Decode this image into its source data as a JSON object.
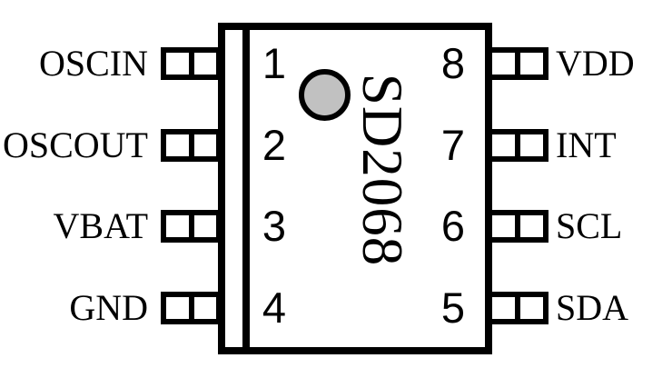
{
  "diagram": {
    "type": "ic-pinout",
    "chip_label": "SD2068",
    "left_pins": [
      {
        "number": "1",
        "label": "OSCIN"
      },
      {
        "number": "2",
        "label": "OSCOUT"
      },
      {
        "number": "3",
        "label": "VBAT"
      },
      {
        "number": "4",
        "label": "GND"
      }
    ],
    "right_pins": [
      {
        "number": "8",
        "label": "VDD"
      },
      {
        "number": "7",
        "label": "INT"
      },
      {
        "number": "6",
        "label": "SCL"
      },
      {
        "number": "5",
        "label": "SDA"
      }
    ],
    "icons": {
      "pin1_indicator": "pin1-dot"
    },
    "colors": {
      "outline": "#000000",
      "background": "#ffffff",
      "pin1_dot_fill": "#c1c1c1"
    }
  }
}
